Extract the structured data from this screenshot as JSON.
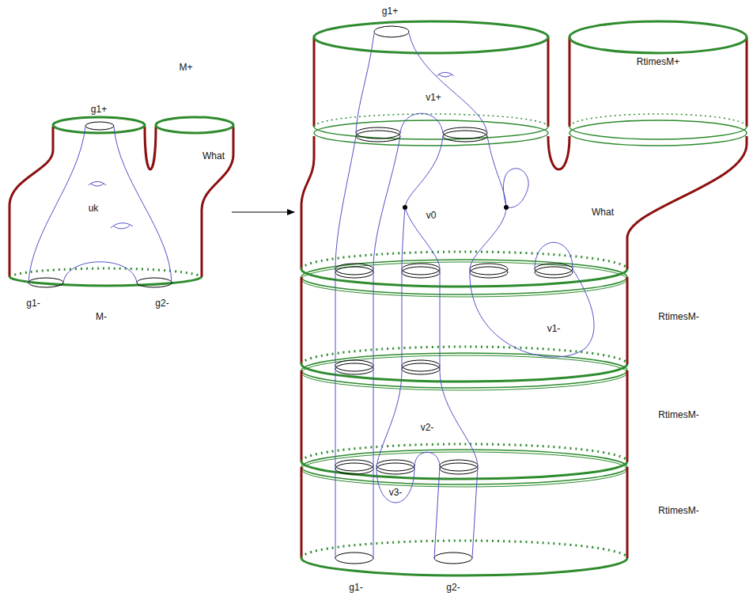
{
  "diagram": {
    "labels": [
      "M+",
      "g1+",
      "What",
      "uk",
      "g1-",
      "g2-",
      "M-",
      "g1+",
      "RtimesM+",
      "v1+",
      "v0",
      "What",
      "RtimesM-",
      "v1-",
      "RtimesM-",
      "v2-",
      "v3-",
      "RtimesM-",
      "g1-",
      "g2-"
    ]
  }
}
